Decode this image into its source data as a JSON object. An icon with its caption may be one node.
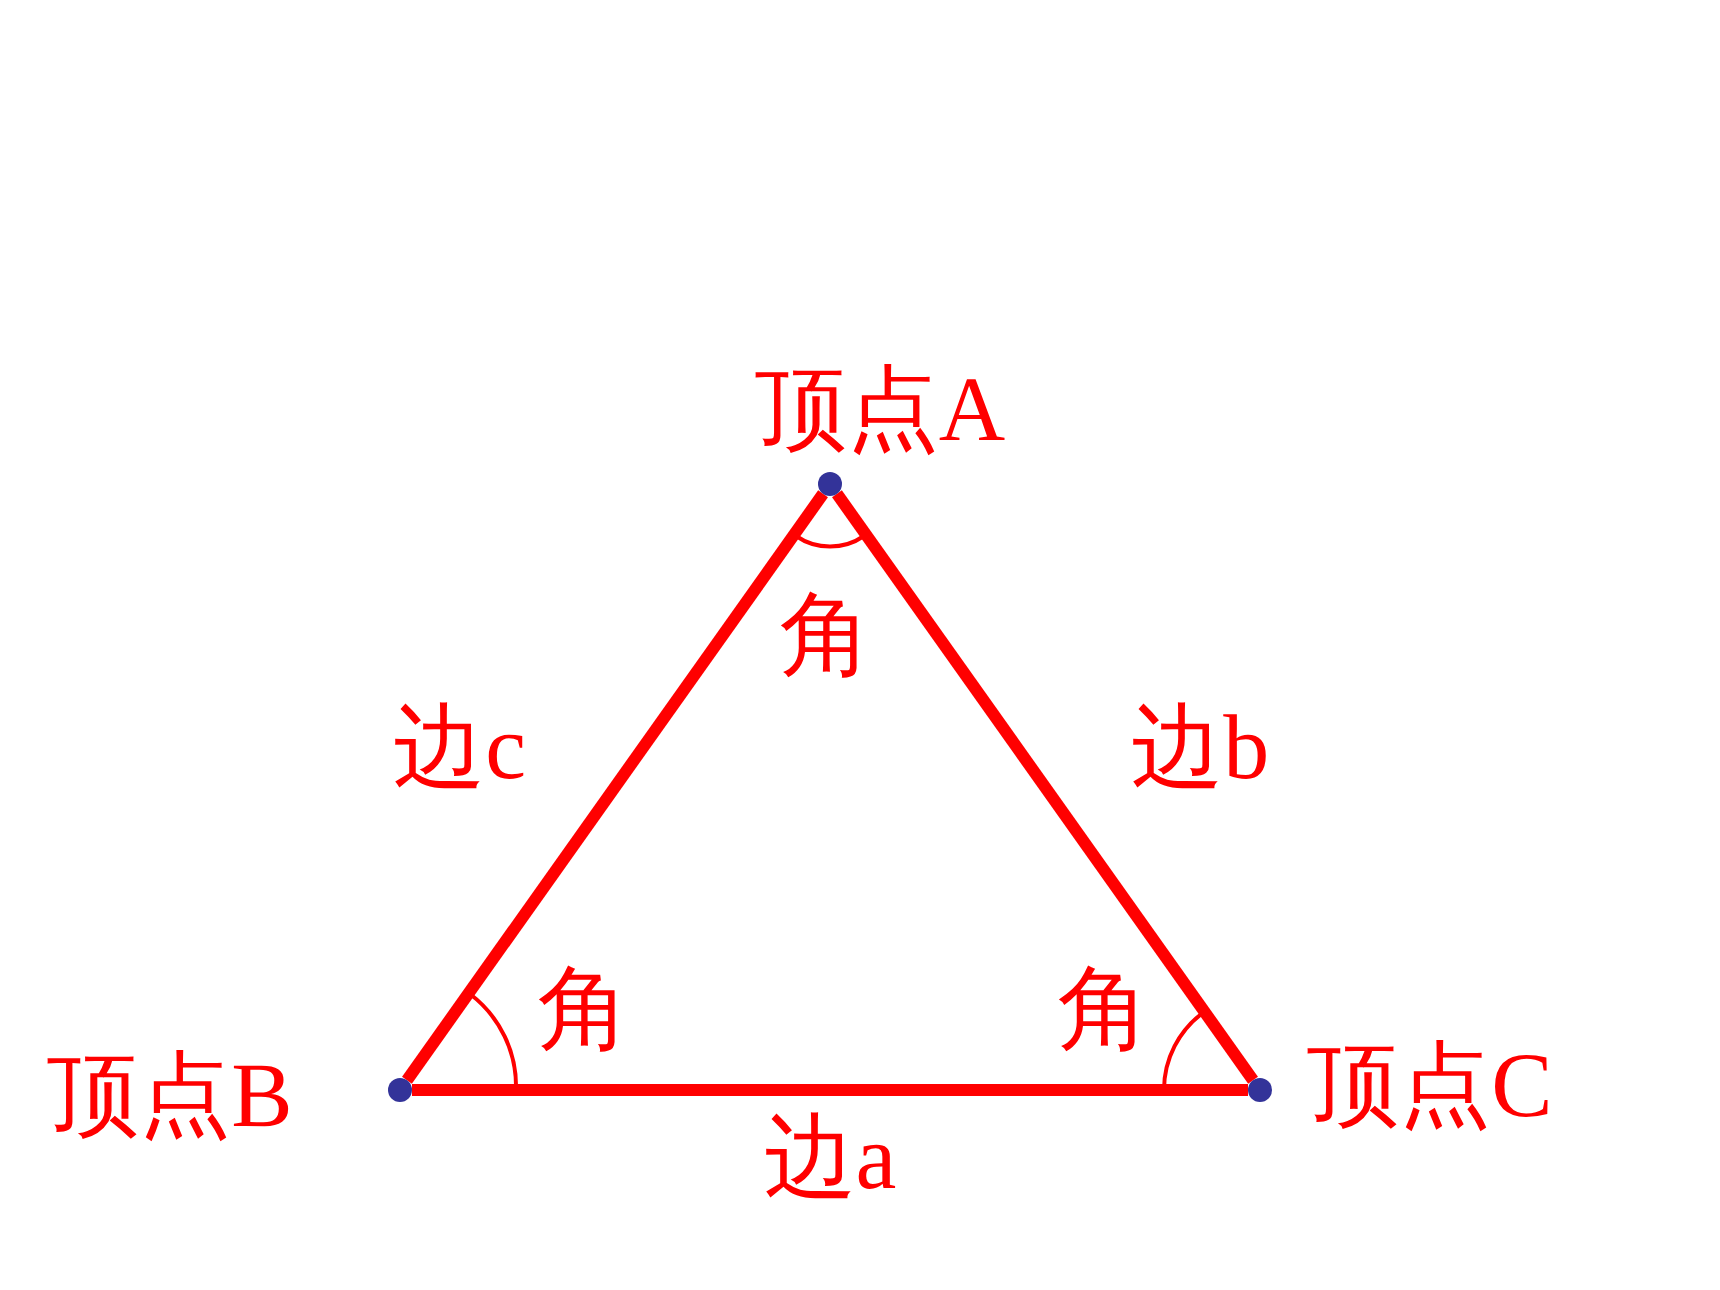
{
  "diagram": {
    "nodes": [
      {
        "text": [],
        "shape": "circle",
        "beside": [
          "顶点A"
        ]
      },
      {
        "text": [],
        "shape": "circle",
        "beside": [
          "顶点B"
        ]
      },
      {
        "text": [],
        "shape": "circle",
        "beside": [
          "顶点C"
        ]
      }
    ],
    "edges": [
      {
        "from": 0,
        "to": 1,
        "arrow": "none",
        "label": "边c"
      },
      {
        "from": 0,
        "to": 2,
        "arrow": "none",
        "label": "边b"
      },
      {
        "from": 1,
        "to": 2,
        "arrow": "none",
        "label": "边a"
      }
    ],
    "labels": [
      "角",
      "角",
      "角"
    ]
  }
}
